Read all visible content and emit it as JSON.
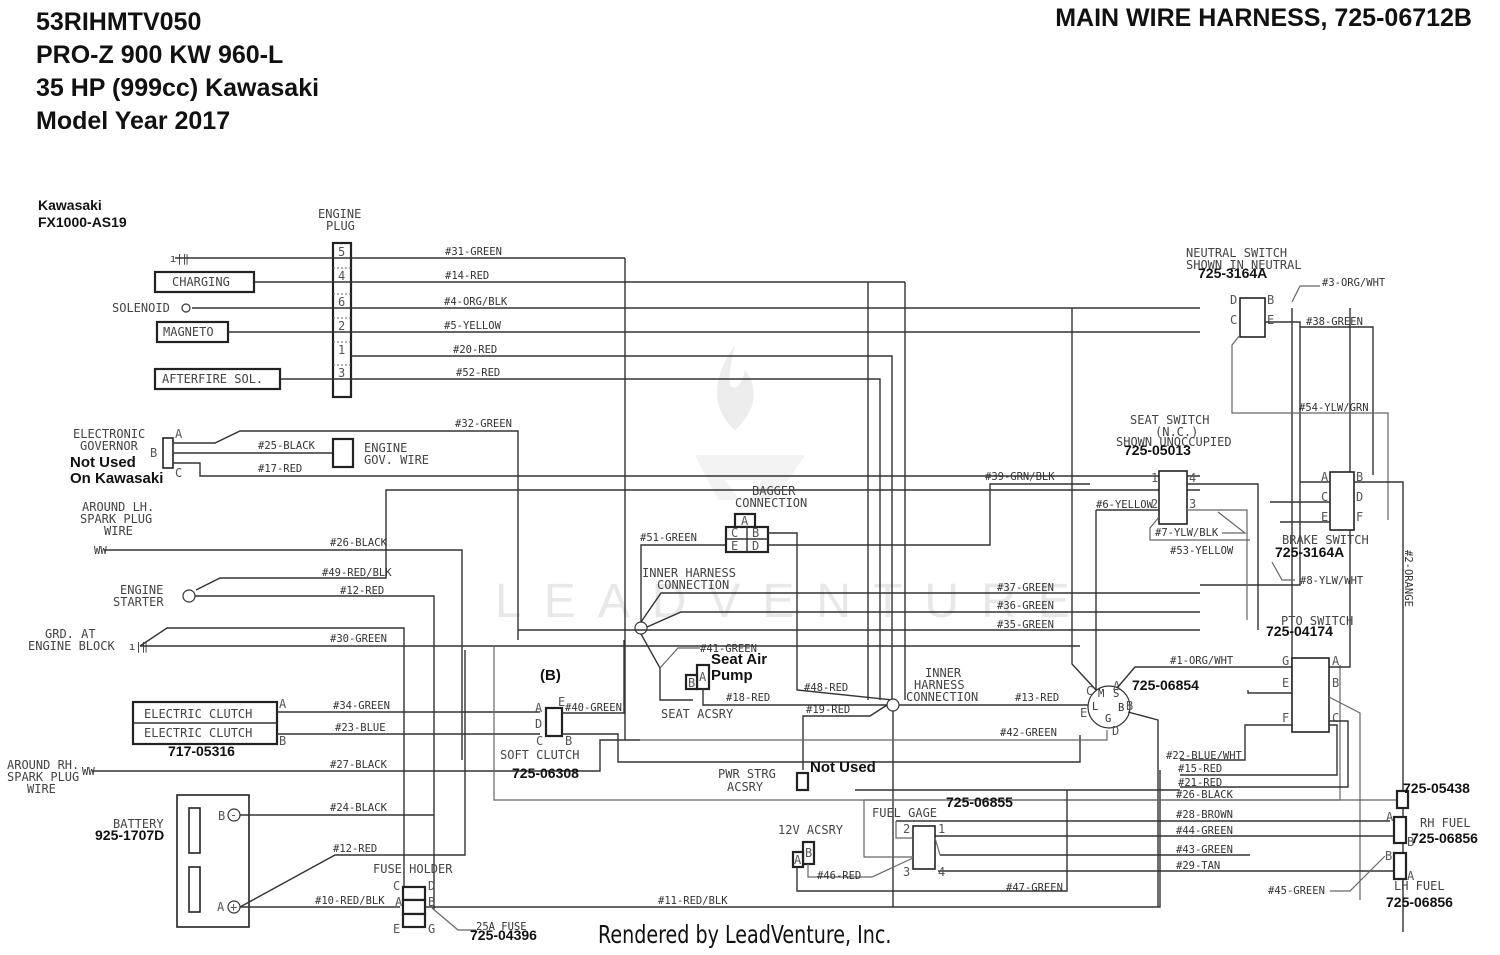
{
  "header": {
    "model_code": "53RIHMTV050",
    "model_name": "PRO-Z 900 KW 960-L",
    "engine": "35 HP (999cc) Kawasaki",
    "model_year": "Model Year 2017",
    "diagram_title": "MAIN WIRE HARNESS, 725-06712B"
  },
  "engine_id": {
    "make": "Kawasaki",
    "model": "FX1000-AS19"
  },
  "watermark": "LEADVENTURE",
  "footer": "Rendered by LeadVenture, Inc.",
  "components": {
    "engine_plug": "ENGINE",
    "engine_plug_2": "PLUG",
    "engine_plug_pins": [
      "5",
      "4",
      "6",
      "2",
      "1",
      "3"
    ],
    "charging": "CHARGING",
    "solenoid": "SOLENOID",
    "magneto": "MAGNETO",
    "afterfire": "AFTERFIRE SOL.",
    "gov_1": "ELECTRONIC",
    "gov_2": "GOVERNOR",
    "gov_note_1": "Not Used",
    "gov_note_2": "On Kawasaki",
    "gov_wire_1": "ENGINE",
    "gov_wire_2": "GOV. WIRE",
    "lh_spark_1": "AROUND LH.",
    "lh_spark_2": "SPARK PLUG",
    "lh_spark_3": "WIRE",
    "starter_1": "ENGINE",
    "starter_2": "STARTER",
    "grd_1": "GRD. AT",
    "grd_2": "ENGINE BLOCK",
    "clutch": "ELECTRIC CLUTCH",
    "clutch_part": "717-05316",
    "rh_spark_1": "AROUND RH.",
    "rh_spark_2": "SPARK PLUG",
    "rh_spark_3": "WIRE",
    "battery": "BATTERY",
    "battery_part": "925-1707D",
    "fuse_holder": "FUSE HOLDER",
    "fuse": "25A FUSE",
    "fuse_part": "725-04396",
    "soft_clutch_b": "(B)",
    "soft_clutch": "SOFT CLUTCH",
    "soft_clutch_part": "725-06308",
    "bagger_1": "BAGGER",
    "bagger_2": "CONNECTION",
    "inner_1": "INNER HARNESS",
    "inner_2": "CONNECTION",
    "inner2_1": "INNER",
    "inner2_2": "HARNESS",
    "inner2_3": "CONNECTION",
    "seat_air_1": "Seat Air",
    "seat_air_2": "Pump",
    "seat_acsry": "SEAT ACSRY",
    "pwr_strg_1": "PWR STRG",
    "pwr_strg_2": "ACSRY",
    "pwr_note": "Not Used",
    "neutral_1": "NEUTRAL SWITCH",
    "neutral_2": "SHOWN IN NEUTRAL",
    "neutral_part": "725-3164A",
    "seat_sw_1": "SEAT SWITCH",
    "seat_sw_2": "(N.C.)",
    "seat_sw_3": "SHOWN UNOCCUPIED",
    "seat_sw_part": "725-05013",
    "brake_sw": "BRAKE SWITCH",
    "brake_part": "725-3164A",
    "pto_sw": "PTO SWITCH",
    "pto_part": "725-04174",
    "ign_part": "725-06854",
    "fuel_gage": "FUEL GAGE",
    "fuel_gage_part": "725-06855",
    "acsry_12v": "12V ACSRY",
    "hour_part": "725-05438",
    "rh_fuel": "RH FUEL",
    "rh_fuel_part": "725-06856",
    "lh_fuel": "LH FUEL",
    "lh_fuel_part": "725-06856"
  },
  "wires": {
    "w31": "#31-GREEN",
    "w14": "#14-RED",
    "w4": "#4-ORG/BLK",
    "w5": "#5-YELLOW",
    "w20": "#20-RED",
    "w52": "#52-RED",
    "w32": "#32-GREEN",
    "w25": "#25-BLACK",
    "w17": "#17-RED",
    "w26": "#26-BLACK",
    "w49": "#49-RED/BLK",
    "w12": "#12-RED",
    "w30": "#30-GREEN",
    "w34": "#34-GREEN",
    "w23": "#23-BLUE",
    "w27": "#27-BLACK",
    "w24": "#24-BLACK",
    "w12b": "#12-RED",
    "w10": "#10-RED/BLK",
    "w11": "#11-RED/BLK",
    "w40": "#40-GREEN",
    "w51": "#51-GREEN",
    "w41": "#41-GREEN",
    "w18": "#18-RED",
    "w48": "#48-RED",
    "w19": "#19-RED",
    "w13": "#13-RED",
    "w42": "#42-GREEN",
    "w39": "#39-GRN/BLK",
    "w6": "#6-YELLOW",
    "w7": "#7-YLW/BLK",
    "w53": "#53-YELLOW",
    "w37": "#37-GREEN",
    "w36": "#36-GREEN",
    "w35": "#35-GREEN",
    "w3": "#3-ORG/WHT",
    "w38": "#38-GREEN",
    "w54": "#54-YLW/GRN",
    "w8": "#8-YLW/WHT",
    "w2": "#2-ORANGE",
    "w1": "#1-ORG/WHT",
    "w22": "#22-BLUE/WHT",
    "w15": "#15-RED",
    "w21": "#21-RED",
    "w26b": "#26-BLACK",
    "w28": "#28-BROWN",
    "w44": "#44-GREEN",
    "w43": "#43-GREEN",
    "w29": "#29-TAN",
    "w45": "#45-GREEN",
    "w46": "#46-RED",
    "w47": "#47-GREEN"
  }
}
